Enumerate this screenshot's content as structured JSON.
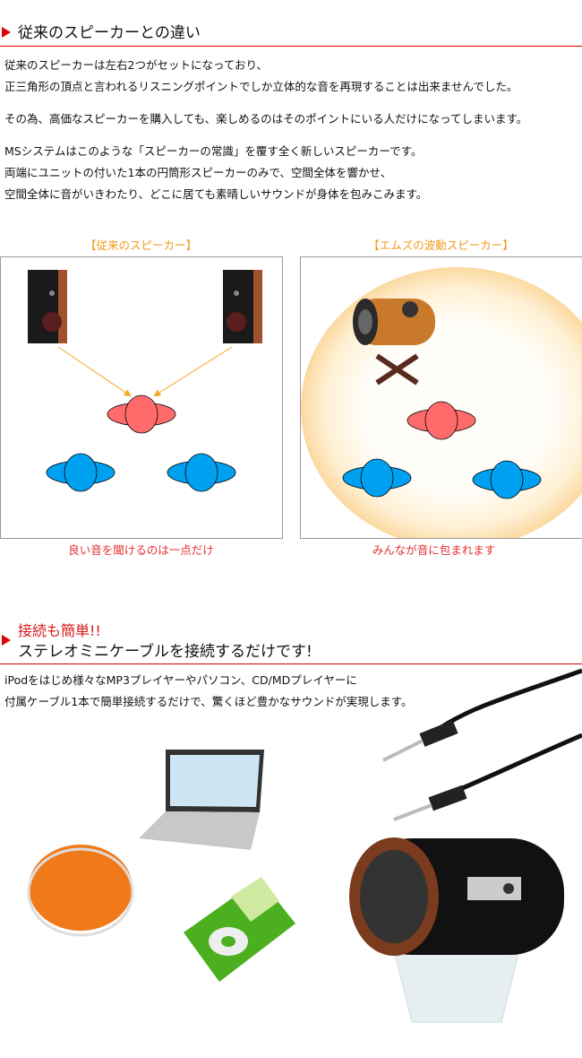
{
  "section1": {
    "title": "従来のスピーカーとの違い",
    "paragraphs": [
      "従来のスピーカーは左右2つがセットになっており、",
      "正三角形の頂点と言われるリスニングポイントでしか立体的な音を再現することは出来ませんでした。",
      "その為、高価なスピーカーを購入しても、楽しめるのはそのポイントにいる人だけになってしまいます。",
      "MSシステムはこのような「スピーカーの常識」を覆す全く新しいスピーカーです。",
      "両端にユニットの付いた1本の円筒形スピーカーのみで、空間全体を響かせ、",
      "空間全体に音がいきわたり、どこに居ても素晴しいサウンドが身体を包みこみます。"
    ]
  },
  "comparison": {
    "left": {
      "label": "【従来のスピーカー】",
      "caption": "良い音を聞けるのは一点だけ"
    },
    "right": {
      "label": "【エムズの波動スピーカー】",
      "caption": "みんなが音に包まれます"
    }
  },
  "section2": {
    "subtitle": "接続も簡単!!",
    "title": "ステレオミニケーブルを接続するだけです!",
    "paragraphs": [
      "iPodをはじめ様々なMP3プレイヤーやパソコン、CD/MDプレイヤーに",
      "付属ケーブル1本で簡単接続するだけで、驚くほど豊かなサウンドが実現します。"
    ]
  },
  "colors": {
    "accent": "#dd0000",
    "label_orange": "#f29a1e",
    "caption_red": "#e62e2e",
    "listener_red": "#ff6b6b",
    "listener_blue": "#00a0f0"
  }
}
